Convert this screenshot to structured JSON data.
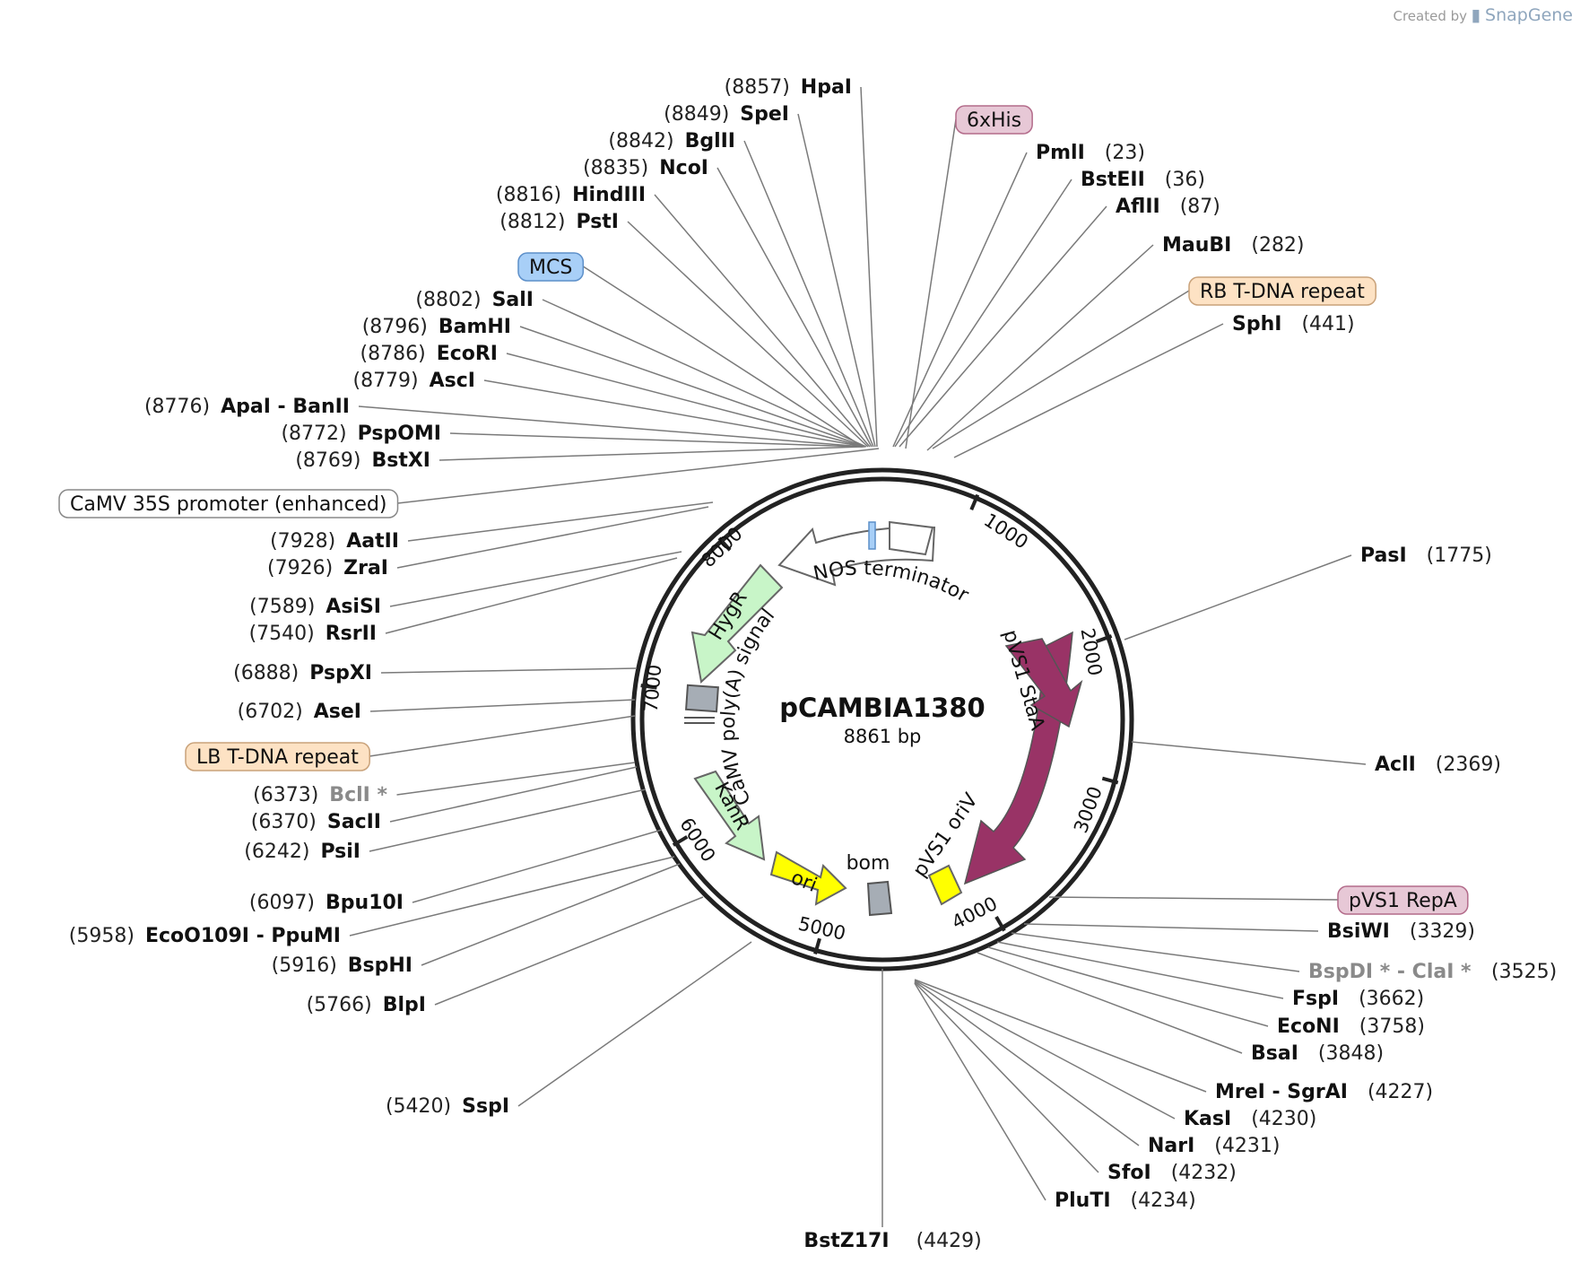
{
  "watermark": {
    "prefix": "Created by",
    "brand": "SnapGene"
  },
  "plasmid": {
    "name": "pCAMBIA1380",
    "length_label": "8861 bp",
    "length": 8861
  },
  "ticks": [
    "1000",
    "2000",
    "3000",
    "4000",
    "5000",
    "6000",
    "7000",
    "8000"
  ],
  "features": [
    {
      "label": "NOS terminator",
      "kind": "arrow",
      "color": "#ffffff"
    },
    {
      "label": "HygR",
      "kind": "arrow",
      "color": "#c8f5c8"
    },
    {
      "label": "CaMV poly(A) signal",
      "kind": "text",
      "color": "#ffffff"
    },
    {
      "label": "KanR",
      "kind": "arrow",
      "color": "#c8f5c8"
    },
    {
      "label": "ori",
      "kind": "arrow",
      "color": "#ffff00"
    },
    {
      "label": "bom",
      "kind": "box",
      "color": "#a6adb5"
    },
    {
      "label": "pVS1 oriV",
      "kind": "box",
      "color": "#ffff00"
    },
    {
      "label": "pVS1 StaA",
      "kind": "arrow",
      "color": "#993366"
    }
  ],
  "boxed_labels": [
    {
      "label": "6xHis",
      "fill": "#e7c8d6",
      "stroke": "#b36b8a"
    },
    {
      "label": "MCS",
      "fill": "#a8cff7",
      "stroke": "#5c8fc9"
    },
    {
      "label": "RB T-DNA repeat",
      "fill": "#fde2c4",
      "stroke": "#c9a27a"
    },
    {
      "label": "CaMV 35S promoter (enhanced)",
      "fill": "#ffffff",
      "stroke": "#888888"
    },
    {
      "label": "LB T-DNA repeat",
      "fill": "#fde2c4",
      "stroke": "#c9a27a"
    },
    {
      "label": "pVS1 RepA",
      "fill": "#e7c8d6",
      "stroke": "#b36b8a"
    }
  ],
  "sites": [
    {
      "name": "HpaI",
      "pos": "(8857)",
      "side": "left"
    },
    {
      "name": "SpeI",
      "pos": "(8849)",
      "side": "left"
    },
    {
      "name": "BglII",
      "pos": "(8842)",
      "side": "left"
    },
    {
      "name": "NcoI",
      "pos": "(8835)",
      "side": "left"
    },
    {
      "name": "HindIII",
      "pos": "(8816)",
      "side": "left"
    },
    {
      "name": "PstI",
      "pos": "(8812)",
      "side": "left"
    },
    {
      "name": "SalI",
      "pos": "(8802)",
      "side": "left"
    },
    {
      "name": "BamHI",
      "pos": "(8796)",
      "side": "left"
    },
    {
      "name": "EcoRI",
      "pos": "(8786)",
      "side": "left"
    },
    {
      "name": "AscI",
      "pos": "(8779)",
      "side": "left"
    },
    {
      "name": "ApaI",
      "name2": "BanII",
      "pos": "(8776)",
      "side": "left"
    },
    {
      "name": "PspOMI",
      "pos": "(8772)",
      "side": "left"
    },
    {
      "name": "BstXI",
      "pos": "(8769)",
      "side": "left"
    },
    {
      "name": "AatII",
      "pos": "(7928)",
      "side": "left"
    },
    {
      "name": "ZraI",
      "pos": "(7926)",
      "side": "left"
    },
    {
      "name": "AsiSI",
      "pos": "(7589)",
      "side": "left"
    },
    {
      "name": "RsrII",
      "pos": "(7540)",
      "side": "left"
    },
    {
      "name": "PspXI",
      "pos": "(6888)",
      "side": "left"
    },
    {
      "name": "AseI",
      "pos": "(6702)",
      "side": "left"
    },
    {
      "name": "BclI *",
      "pos": "(6373)",
      "side": "left",
      "dim": true
    },
    {
      "name": "SacII",
      "pos": "(6370)",
      "side": "left"
    },
    {
      "name": "PsiI",
      "pos": "(6242)",
      "side": "left"
    },
    {
      "name": "Bpu10I",
      "pos": "(6097)",
      "side": "left"
    },
    {
      "name": "EcoO109I",
      "name2": "PpuMI",
      "pos": "(5958)",
      "side": "left"
    },
    {
      "name": "BspHI",
      "pos": "(5916)",
      "side": "left"
    },
    {
      "name": "BlpI",
      "pos": "(5766)",
      "side": "left"
    },
    {
      "name": "SspI",
      "pos": "(5420)",
      "side": "left"
    },
    {
      "name": "PmlI",
      "pos": "(23)",
      "side": "right"
    },
    {
      "name": "BstEII",
      "pos": "(36)",
      "side": "right"
    },
    {
      "name": "AflII",
      "pos": "(87)",
      "side": "right"
    },
    {
      "name": "MauBI",
      "pos": "(282)",
      "side": "right"
    },
    {
      "name": "SphI",
      "pos": "(441)",
      "side": "right"
    },
    {
      "name": "PasI",
      "pos": "(1775)",
      "side": "right"
    },
    {
      "name": "AclI",
      "pos": "(2369)",
      "side": "right"
    },
    {
      "name": "BsiWI",
      "pos": "(3329)",
      "side": "right"
    },
    {
      "name": "BspDI *",
      "name2": "ClaI *",
      "pos": "(3525)",
      "side": "right",
      "dim": true
    },
    {
      "name": "FspI",
      "pos": "(3662)",
      "side": "right"
    },
    {
      "name": "EcoNI",
      "pos": "(3758)",
      "side": "right"
    },
    {
      "name": "BsaI",
      "pos": "(3848)",
      "side": "right"
    },
    {
      "name": "MreI",
      "name2": "SgrAI",
      "pos": "(4227)",
      "side": "right"
    },
    {
      "name": "KasI",
      "pos": "(4230)",
      "side": "right"
    },
    {
      "name": "NarI",
      "pos": "(4231)",
      "side": "right"
    },
    {
      "name": "SfoI",
      "pos": "(4232)",
      "side": "right"
    },
    {
      "name": "PluTI",
      "pos": "(4234)",
      "side": "right"
    },
    {
      "name": "BstZ17I",
      "pos": "(4429)",
      "side": "right"
    }
  ],
  "colors": {
    "backbone": "#222222",
    "leader": "#7a7a7a"
  }
}
